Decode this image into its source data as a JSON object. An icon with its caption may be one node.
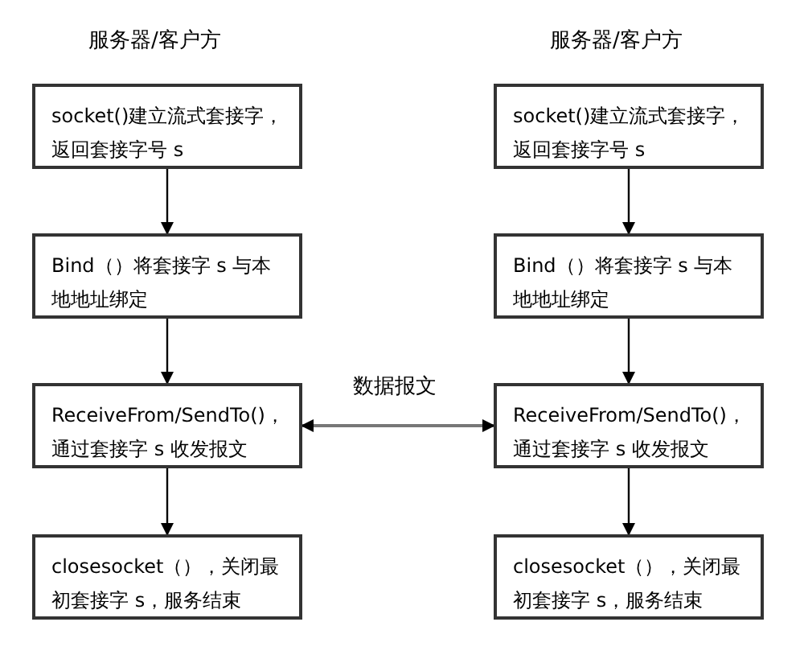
{
  "diagram": {
    "nodes": [
      {
        "text": [
          "socket()建立流式套接字，返回套接字号 s"
        ]
      },
      {
        "text": [
          "Bind（）将套接字 s 与本地地址绑定"
        ]
      },
      {
        "text": [
          "ReceiveFrom/SendTo()，通过套接字 s 收发报文"
        ]
      },
      {
        "text": [
          "closesocket（），关闭最初套接字 s，服务结束"
        ]
      },
      {
        "text": [
          "socket()建立流式套接字，返回套接字号 s"
        ]
      },
      {
        "text": [
          "Bind（）将套接字 s 与本地地址绑定"
        ]
      },
      {
        "text": [
          "ReceiveFrom/SendTo()，通过套接字 s 收发报文"
        ]
      },
      {
        "text": [
          "closesocket（），关闭最初套接字 s，服务结束"
        ]
      }
    ],
    "edges": [
      {
        "from": 0,
        "to": 1,
        "arrow": "to"
      },
      {
        "from": 1,
        "to": 2,
        "arrow": "to"
      },
      {
        "from": 2,
        "to": 3,
        "arrow": "to"
      },
      {
        "from": 4,
        "to": 5,
        "arrow": "to"
      },
      {
        "from": 5,
        "to": 6,
        "arrow": "to"
      },
      {
        "from": 6,
        "to": 7,
        "arrow": "to"
      },
      {
        "from": 2,
        "to": 6,
        "arrow": "both",
        "color": "#777777",
        "label": "数据报文"
      }
    ],
    "labels": [
      "服务器/客户方",
      "服务器/客户方"
    ]
  }
}
